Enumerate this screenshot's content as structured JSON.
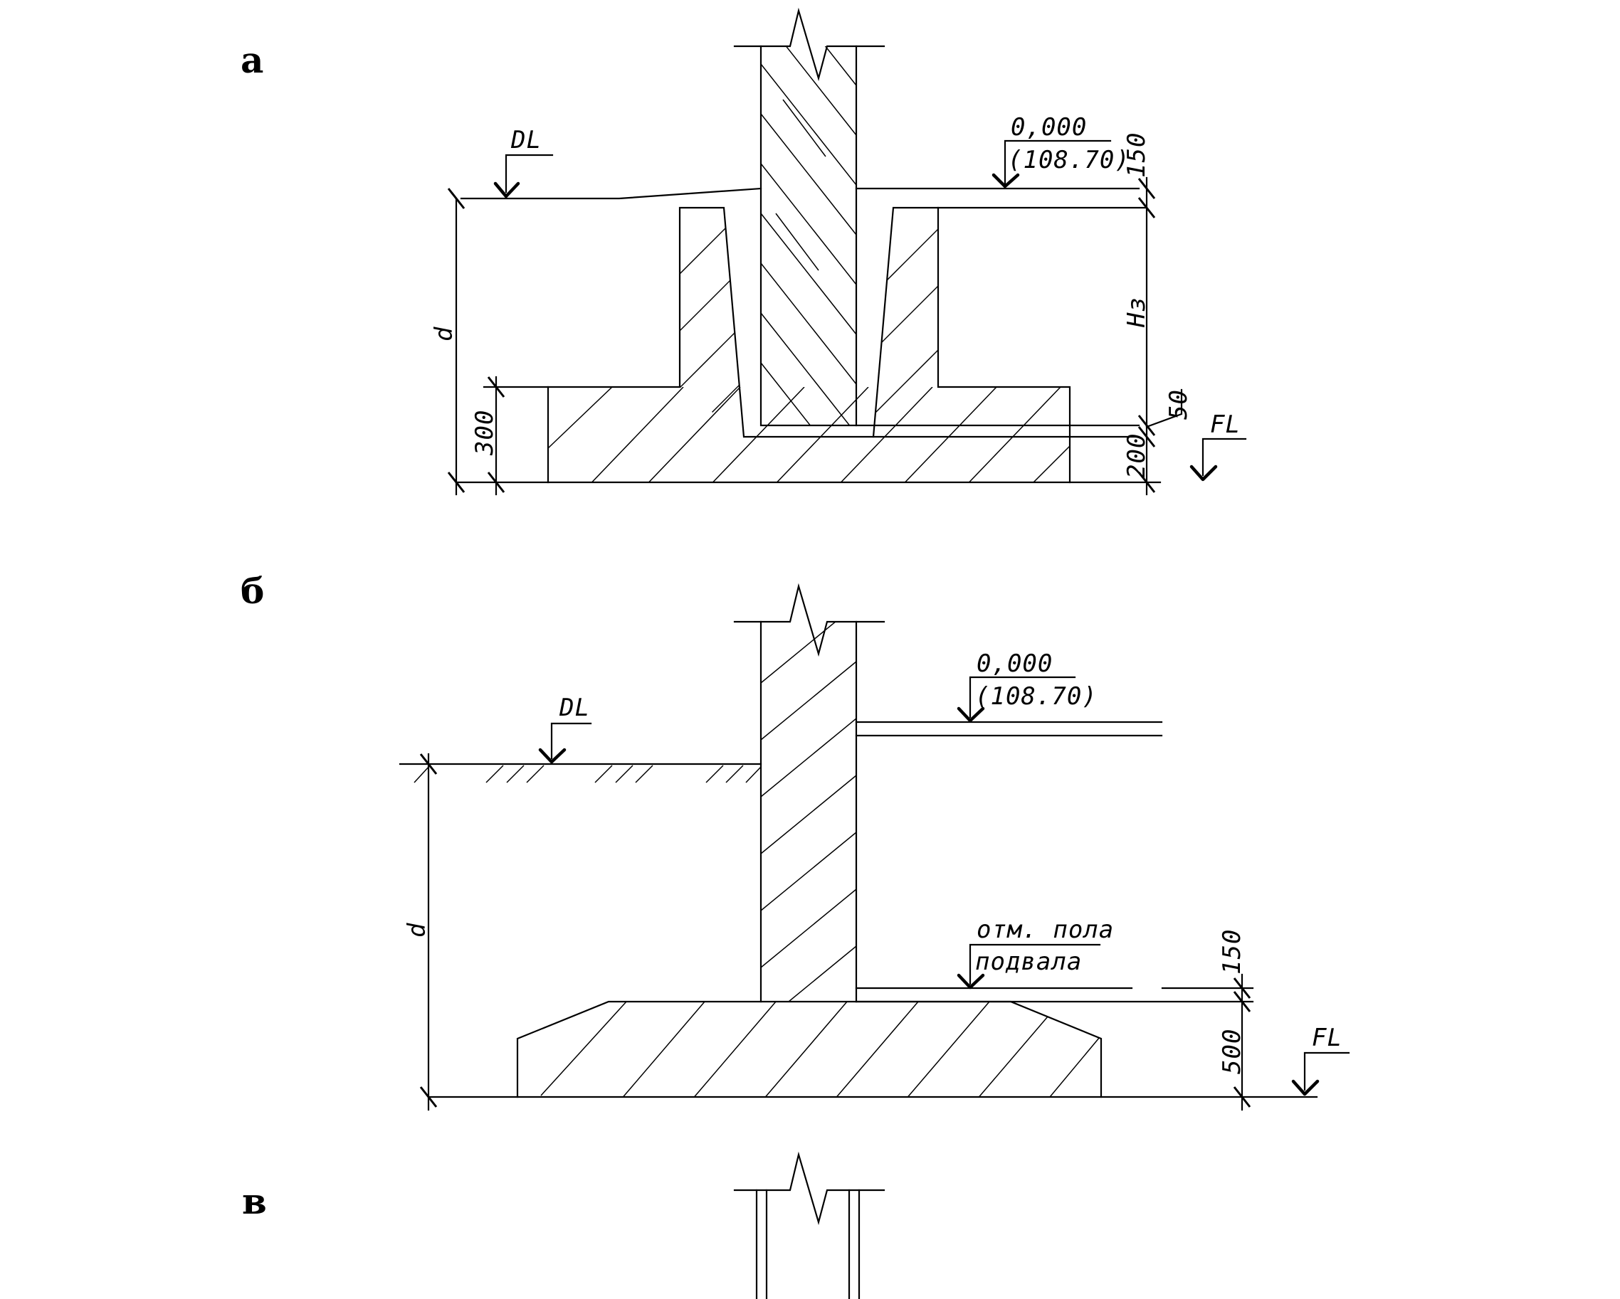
{
  "panels": {
    "a": {
      "label": "а",
      "dl": "DL",
      "fl": "FL",
      "elev": "0,000",
      "elev_abs": "(108.70)",
      "dim_d": "d",
      "dim_300": "300",
      "dim_150": "150",
      "dim_hz": "Нз",
      "dim_50": "50",
      "dim_200": "200"
    },
    "b": {
      "label": "б",
      "dl": "DL",
      "fl": "FL",
      "elev": "0,000",
      "elev_abs": "(108.70)",
      "dim_d": "d",
      "basement_1": "отм. пола",
      "basement_2": "подвала",
      "dim_150": "150",
      "dim_500": "500"
    },
    "c": {
      "label": "в"
    }
  }
}
